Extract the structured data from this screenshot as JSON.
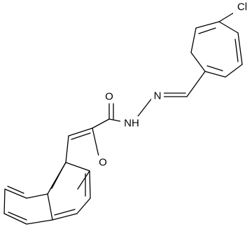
{
  "molecule": {
    "atoms": {
      "chlorine": "Cl",
      "carbonyl_oxygen": "O",
      "imine_nitrogen": "N",
      "amide_nitrogen": "NH",
      "furan_oxygen": "O"
    }
  },
  "colors": {
    "bond": "#000000",
    "background": "#ffffff"
  }
}
